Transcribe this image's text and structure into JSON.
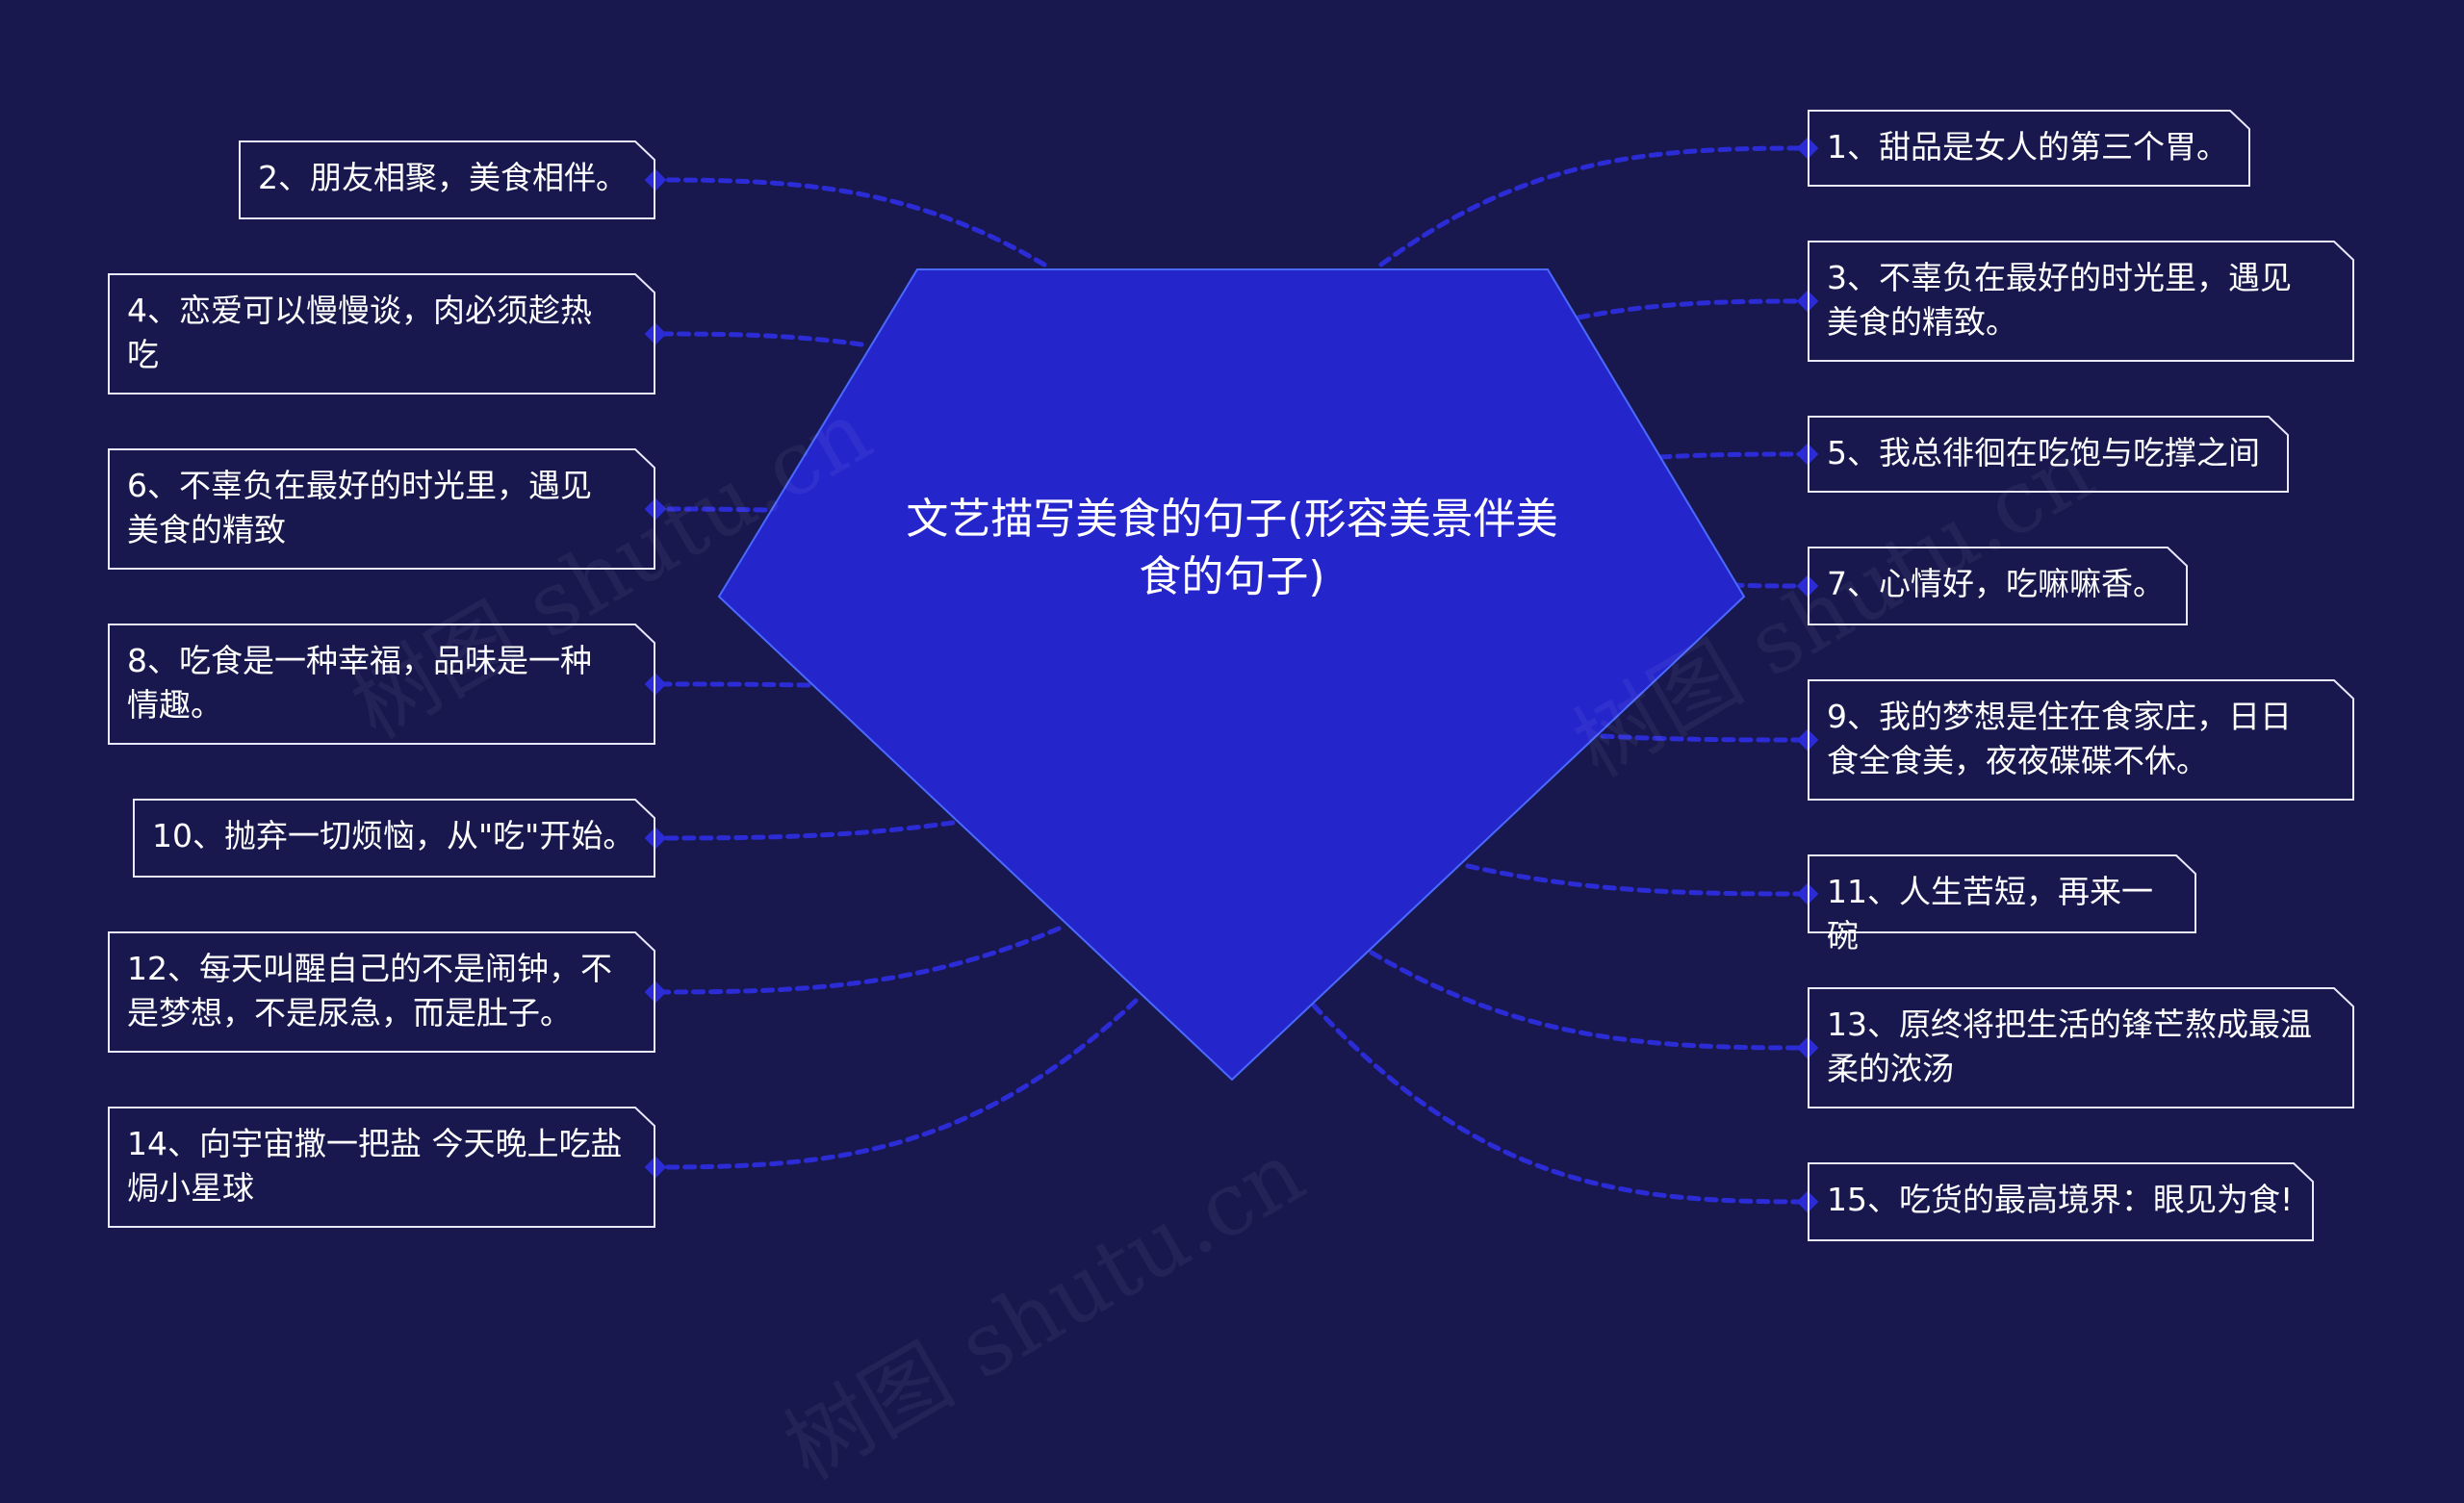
{
  "center": {
    "title": "文艺描写美食的句子(形容美景伴美食的句子)"
  },
  "watermark": "树图 shutu.cn",
  "colors": {
    "background": "#18184f",
    "diamond": "#2525cc",
    "link": "#2c2cd6",
    "text": "#ffffff"
  },
  "items": [
    {
      "text": "1、甜品是女人的第三个胃。"
    },
    {
      "text": "2、朋友相聚，美食相伴。"
    },
    {
      "text": "3、不辜负在最好的时光里，遇见\n美食的精致。"
    },
    {
      "text": "4、恋爱可以慢慢谈，肉必须趁热\n吃"
    },
    {
      "text": "5、我总徘徊在吃饱与吃撑之间"
    },
    {
      "text": "6、不辜负在最好的时光里，遇见\n美食的精致"
    },
    {
      "text": "7、心情好，吃嘛嘛香。"
    },
    {
      "text": "8、吃食是一种幸福，品味是一种\n情趣。"
    },
    {
      "text": "9、我的梦想是住在食家庄，日日\n食全食美，夜夜碟碟不休。"
    },
    {
      "text": "10、抛弃一切烦恼，从\"吃\"开始。"
    },
    {
      "text": "11、人生苦短，再来一碗"
    },
    {
      "text": "12、每天叫醒自己的不是闹钟，不\n是梦想，不是尿急，而是肚子。"
    },
    {
      "text": "13、原终将把生活的锋芒熬成最温\n柔的浓汤"
    },
    {
      "text": "14、向宇宙撒一把盐 今天晚上吃盐\n焗小星球"
    },
    {
      "text": "15、吃货的最高境界：眼见为食!"
    }
  ]
}
